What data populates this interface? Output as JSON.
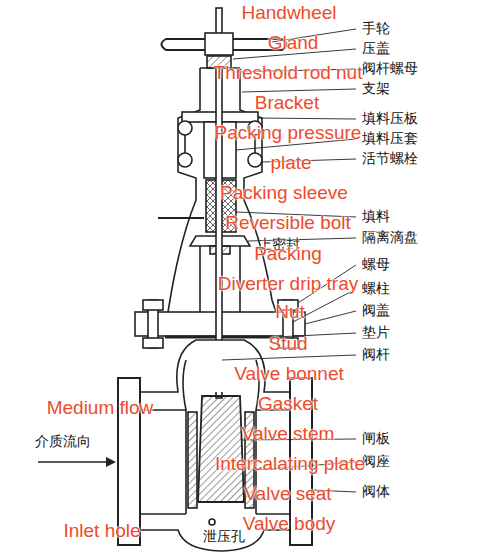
{
  "diagram": {
    "labels": [
      "Handwheel",
      "手轮",
      "Gland",
      "压盖",
      "阀杆螺母",
      "Threshold rod nut",
      "支架",
      "Bracket",
      "填料压板",
      "Packing pressure",
      "填料压套",
      "活节螺栓",
      "plate",
      "Packing sleeve",
      "填料",
      "Reversible bolt",
      "隔离滴盘",
      "上密封",
      "Packing",
      "螺母",
      "Diverter drip tray",
      "螺柱",
      "Nut",
      "阀盖",
      "垫片",
      "Stud",
      "阀杆",
      "Valve bonnet",
      "Gasket",
      "Medium flow",
      "Valve stem",
      "闸板",
      "介质流向",
      "阀座",
      "Intercalating plate",
      "阀体",
      "Valve seat",
      "Valve body",
      "Inlet hole",
      "泄压孔"
    ]
  }
}
